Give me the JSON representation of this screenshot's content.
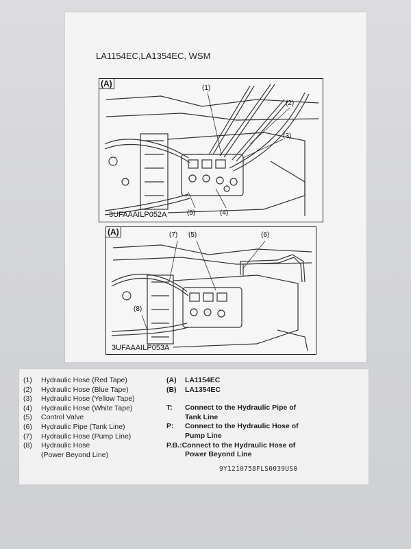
{
  "header": {
    "title": "LA1154EC,LA1354EC, WSM"
  },
  "figures": [
    {
      "label": "(A)",
      "code": "3UFAAAILP052A",
      "callouts": [
        "(1)",
        "(2)",
        "(3)",
        "(4)",
        "(5)"
      ]
    },
    {
      "label": "(A)",
      "code": "3UFAAAILP053A",
      "callouts": [
        "(7)",
        "(5)",
        "(6)",
        "(8)"
      ]
    }
  ],
  "legend": {
    "items": [
      {
        "num": "(1)",
        "text": "Hydraulic Hose (Red Tape)"
      },
      {
        "num": "(2)",
        "text": "Hydraulic Hose (Blue Tape)"
      },
      {
        "num": "(3)",
        "text": "Hydraulic Hose (Yellow Tape)"
      },
      {
        "num": "(4)",
        "text": "Hydraulic Hose (White Tape)"
      },
      {
        "num": "(5)",
        "text": "Control Valve"
      },
      {
        "num": "(6)",
        "text": "Hydraulic Pipe (Tank Line)"
      },
      {
        "num": "(7)",
        "text": "Hydraulic Hose (Pump Line)"
      },
      {
        "num": "(8)",
        "text": "Hydraulic Hose"
      },
      {
        "num": "",
        "text": "(Power Beyond Line)"
      }
    ],
    "models": [
      {
        "key": "(A)",
        "text": "LA1154EC"
      },
      {
        "key": "(B)",
        "text": "LA1354EC"
      }
    ],
    "notes": [
      {
        "key": "T:",
        "line1": "Connect to the Hydraulic Pipe of",
        "line2": "Tank Line"
      },
      {
        "key": "P:",
        "line1": "Connect to the Hydraulic Hose of",
        "line2": "Pump Line"
      },
      {
        "key": "P.B.:",
        "line1": "Connect to the Hydraulic Hose of",
        "line2": "Power Beyond Line"
      }
    ],
    "doc_id": "9Y1210758FLS0039US0"
  }
}
